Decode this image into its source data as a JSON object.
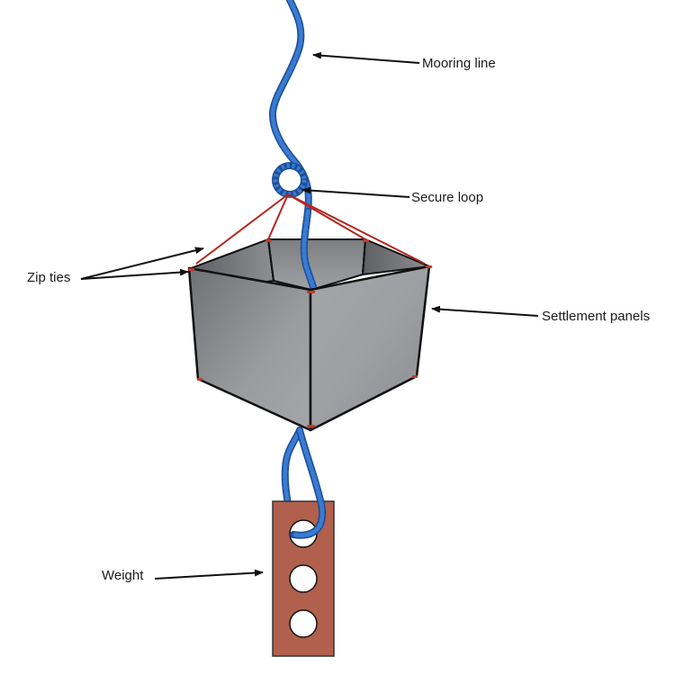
{
  "labels": {
    "mooring_line": "Mooring line",
    "secure_loop": "Secure loop",
    "zip_ties": "Zip ties",
    "settlement_panels": "Settlement panels",
    "weight": "Weight"
  },
  "colors": {
    "rope": "#2f6bbd",
    "rope_dark": "#1c4f99",
    "zip_tie": "#b3261e",
    "panel_light": "#a3a5a8",
    "panel_dark": "#6e7073",
    "brick": "#b0604d",
    "outline": "#111111"
  },
  "weight": {
    "hole_count": 3
  }
}
